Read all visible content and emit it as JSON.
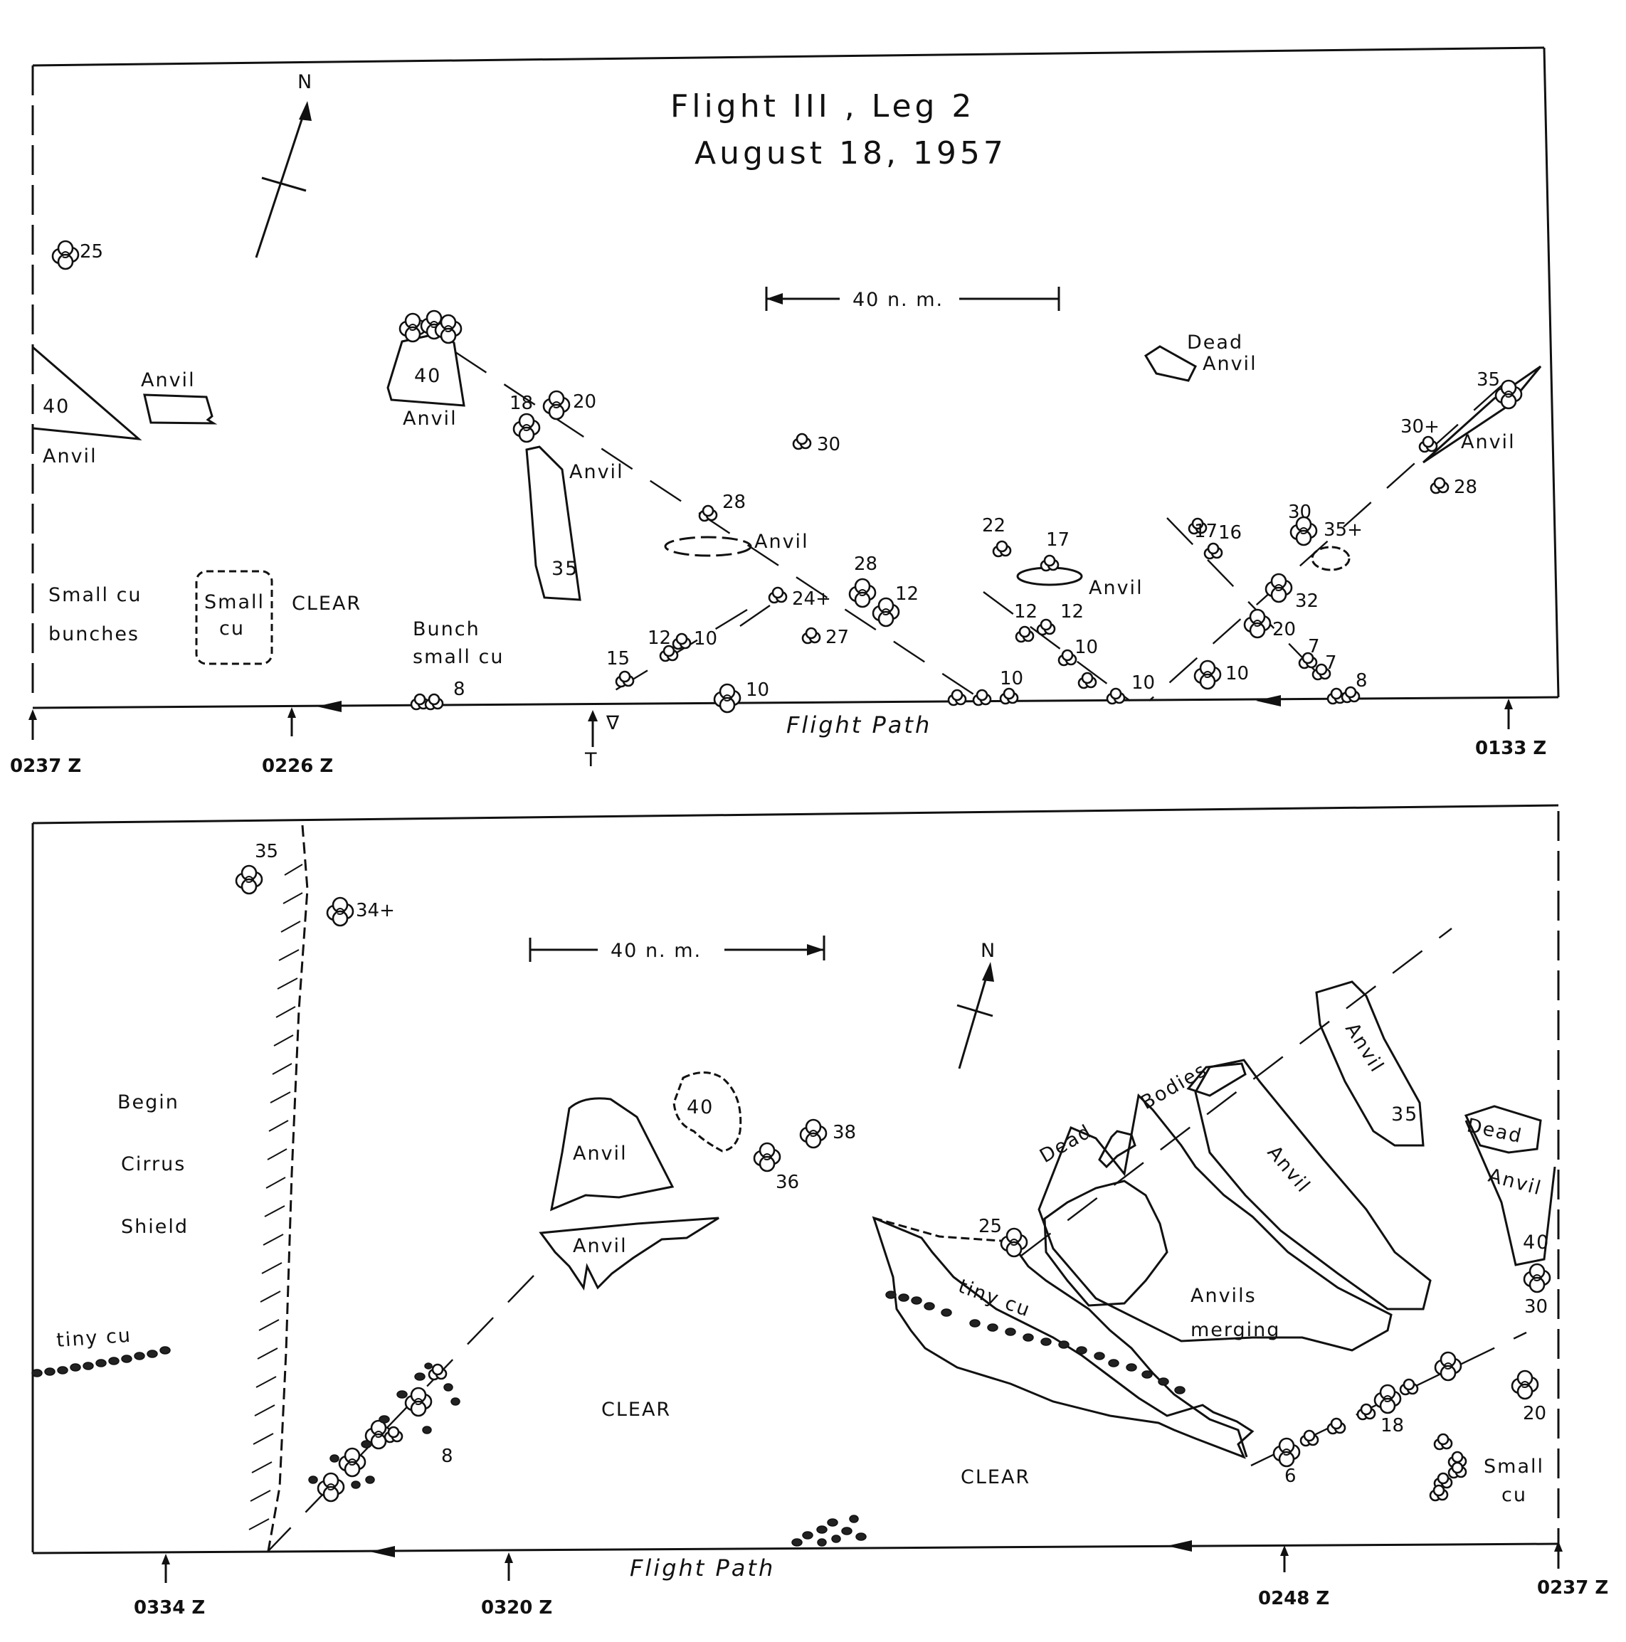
{
  "title": {
    "line1": "Flight III ,  Leg  2",
    "line2": "August 18, 1957"
  },
  "north_label": "N",
  "scale_label": "40 n. m.",
  "flight_path_label": "Flight  Path",
  "panel_top": {
    "labels": {
      "anvil_left": "Anvil",
      "anvil_left_num": "40",
      "anvil_left_name": "Anvil",
      "anvil_40_num": "40",
      "anvil_40_name": "Anvil",
      "anvil_35_name": "Anvil",
      "anvil_35_num": "35",
      "anvil_mid": "Anvil",
      "anvil_17": "Anvil",
      "dead_anvil_1": "Dead",
      "dead_anvil_2": "Anvil",
      "anvil_right": "Anvil",
      "small_cu_bunches_1": "Small  cu",
      "small_cu_bunches_2": "bunches",
      "small_cu_box_1": "Small",
      "small_cu_box_2": "cu",
      "clear": "CLEAR",
      "bunch_1": "Bunch",
      "bunch_2": "small cu",
      "t_marker": "T",
      "nabla": "∇"
    },
    "cells": [
      "25",
      "18",
      "20",
      "30",
      "28",
      "28",
      "12",
      "24+",
      "27",
      "15",
      "12",
      "10",
      "8",
      "10",
      "22",
      "17",
      "12",
      "12",
      "10",
      "10",
      "10",
      "17",
      "16",
      "30",
      "35+",
      "32",
      "20",
      "10",
      "7",
      "7",
      "8",
      "35",
      "30+",
      "28"
    ],
    "times": [
      "0237 Z",
      "0226 Z",
      "0133 Z"
    ]
  },
  "panel_bottom": {
    "labels": {
      "begin": "Begin",
      "cirrus": "Cirrus",
      "shield": "Shield",
      "tiny_cu_left": "tiny cu",
      "anvil_a": "Anvil",
      "anvil_b": "Anvil",
      "anvil_40": "40",
      "clear_left": "CLEAR",
      "clear_right": "CLEAR",
      "dead": "Dead",
      "bodies": "Bodies",
      "tiny_cu_right": "tiny cu",
      "anvils_merging_1": "Anvils",
      "anvils_merging_2": "merging",
      "anvil_long": "Anvil",
      "anvil_35_name": "Anvil",
      "anvil_35_num": "35",
      "dead_right": "Dead",
      "anvil_right": "Anvil",
      "anvil_right_num": "40",
      "small_cu_1": "Small",
      "small_cu_2": "cu"
    },
    "cells": [
      "35",
      "34+",
      "38",
      "36",
      "25",
      "8",
      "6",
      "18",
      "20",
      "30"
    ],
    "times": [
      "0334 Z",
      "0320 Z",
      "0248 Z",
      "0237 Z"
    ]
  }
}
